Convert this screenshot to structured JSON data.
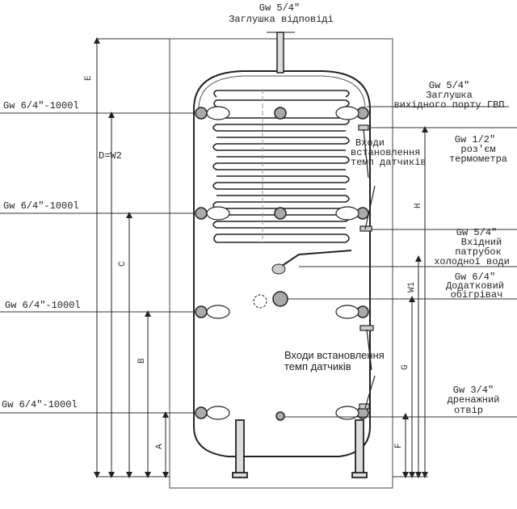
{
  "top_label": {
    "line1": "Gw 5/4\"",
    "line2": "Заглушка відповіді"
  },
  "left_ports": [
    "Gw 6/4\"-1000l",
    "Gw 6/4\"-1000l",
    "Gw 6/4\"-1000l",
    "Gw 6/4\"-1000l"
  ],
  "dim_labels": {
    "E": "E",
    "DW2": "D=W2",
    "C": "C",
    "B": "B",
    "A": "A",
    "H": "H",
    "W1": "W1",
    "G": "G",
    "F": "F"
  },
  "callouts": {
    "gvp": {
      "line1": "Gw 5/4\"",
      "line2": "Заглушка",
      "line3": "вихідного порту ГВП"
    },
    "sensors_top": {
      "line1": "Входи",
      "line2": "встановлення",
      "line3": "темп датчиків"
    },
    "thermo": {
      "line1": "Gw 1/2\"",
      "line2": "роз'єм",
      "line3": "термометра"
    },
    "cold": {
      "line1": "Gw 5/4\"",
      "line2": "Вхідний",
      "line3": "патрубок",
      "line4": "холодної води"
    },
    "heater": {
      "line1": "Gw 6/4\"",
      "line2": "Додатковий",
      "line3": "обігрівач"
    },
    "sensors_mid": {
      "line1": "Входи встановлення",
      "line2": "темп датчиків"
    },
    "drain": {
      "line1": "Gw 3/4\"",
      "line2": "дренажний",
      "line3": "отвір"
    }
  }
}
